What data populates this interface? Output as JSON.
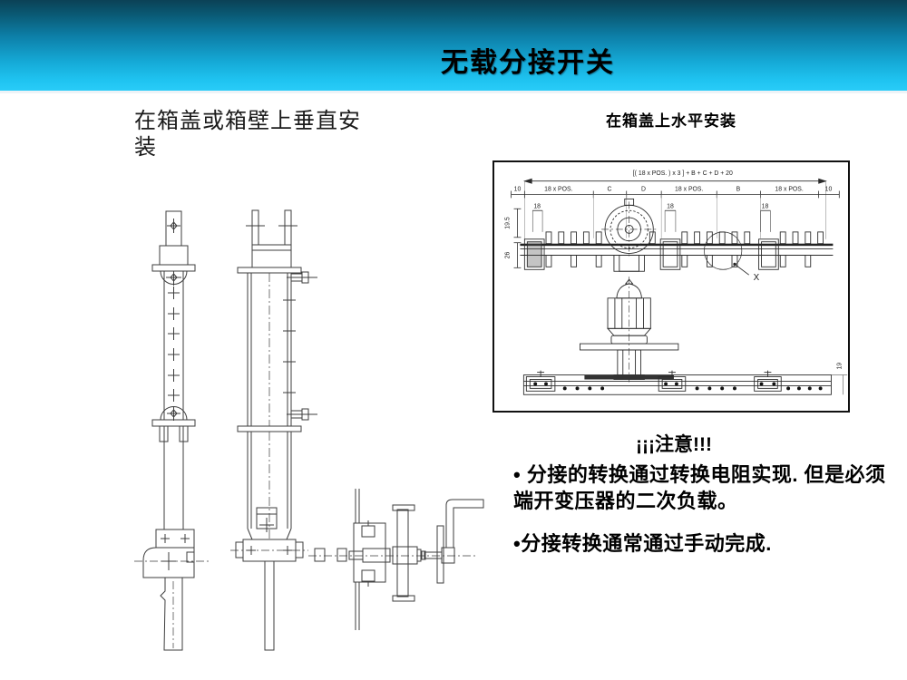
{
  "slide": {
    "title": "无载分接开关",
    "header_colors": {
      "top": "#0b4156",
      "mid": "#0d7fa8",
      "bottom": "#29ccf8"
    },
    "background": "#ffffff"
  },
  "left_panel": {
    "caption": "在箱盖或箱壁上垂直安装"
  },
  "right_panel": {
    "caption": "在箱盖上水平安装",
    "drawing": {
      "formula": "[( 18 x POS. ) x 3 ] + B + C + D + 20",
      "dims": {
        "d10_left": "10",
        "d18pos_1": "18 x POS.",
        "dC": "C",
        "dD": "D",
        "d18pos_2": "18 x POS.",
        "dB": "B",
        "d18pos_3": "18 x POS.",
        "d10_right": "10",
        "d18_1": "18",
        "d18_2": "18",
        "d18_3": "18",
        "d19_5": "19.5",
        "d26": "26",
        "d19": "19",
        "detail_label": "X"
      }
    },
    "notice": {
      "title": "¡¡¡注意!!!",
      "bullet1": "• 分接的转换通过转换电阻实现. 但是必须端开变压器的二次负载。",
      "bullet2": "•分接转换通常通过手动完成."
    }
  }
}
